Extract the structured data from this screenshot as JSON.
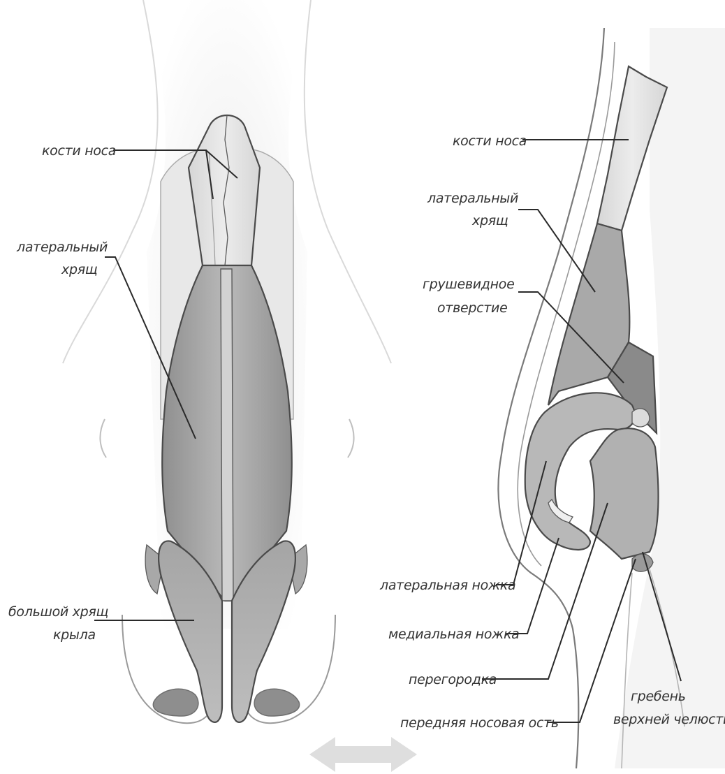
{
  "diagram": {
    "front_view": {
      "labels": {
        "nasal_bones": "кости носа",
        "lateral_cartilage_1": "латеральный",
        "lateral_cartilage_2": "хрящ",
        "alar_cartilage_1": "большой хрящ",
        "alar_cartilage_2": "крыла"
      }
    },
    "side_view": {
      "labels": {
        "nasal_bones": "кости носа",
        "lateral_cartilage_1": "латеральный",
        "lateral_cartilage_2": "хрящ",
        "piriform_aperture_1": "грушевидное",
        "piriform_aperture_2": "отверстие",
        "lateral_crus": "латеральная ножка",
        "medial_crus": "медиальная ножка",
        "septum": "перегородка",
        "anterior_nasal_spine": "передняя носовая ость",
        "maxillary_crest_1": "гребень",
        "maxillary_crest_2": "верхней челюсти"
      }
    },
    "colors": {
      "skin": "#efefef",
      "bone": "#e3e3e3",
      "cartilage_dark": "#9c9c9c",
      "cartilage_mid": "#b4b4b4",
      "outline": "#4a4a4a",
      "arrow": "#dcdcdc"
    }
  }
}
